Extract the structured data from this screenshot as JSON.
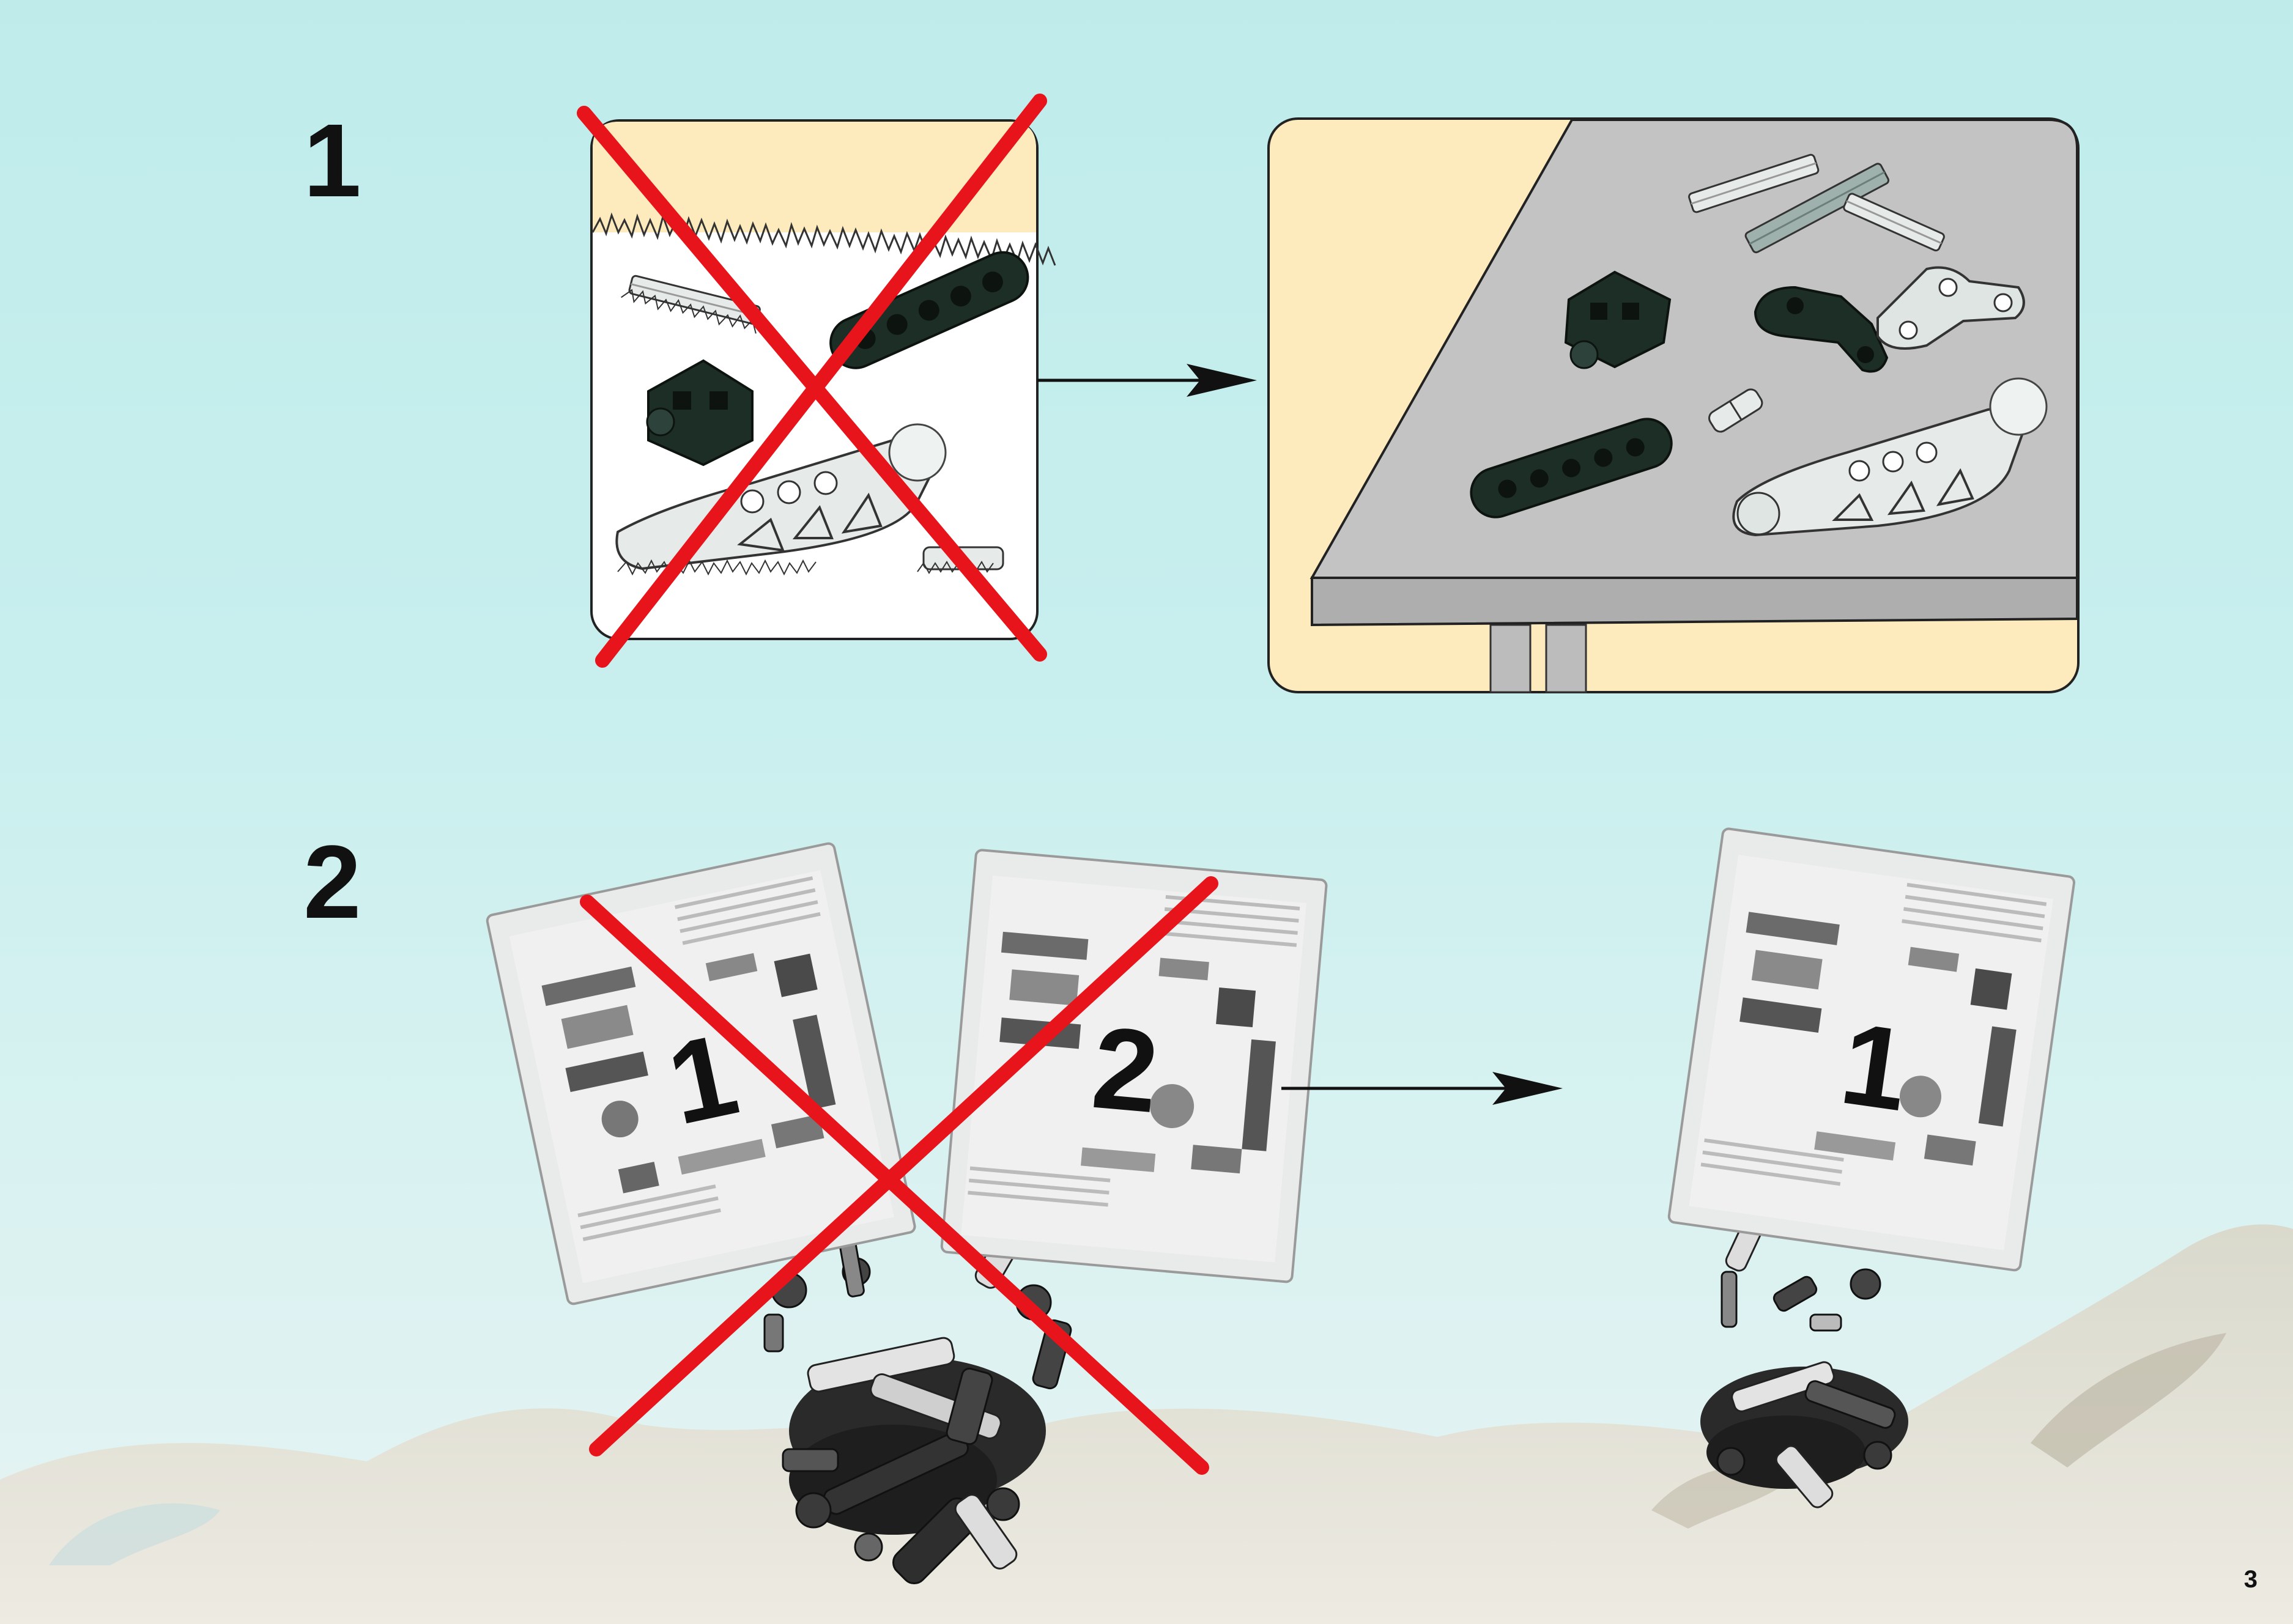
{
  "steps": [
    {
      "number": "1"
    },
    {
      "number": "2"
    }
  ],
  "bags": {
    "left_bag_number": "1",
    "middle_bag_number": "2",
    "right_bag_number": "1"
  },
  "page_number": "3",
  "colors": {
    "background": "#c6eeed",
    "panel_cream": "#fdebbd",
    "table_gray": "#c3c3c3",
    "cross_red": "#e8141b",
    "part_dark": "#1d2e27",
    "part_light": "#e6eae9"
  }
}
